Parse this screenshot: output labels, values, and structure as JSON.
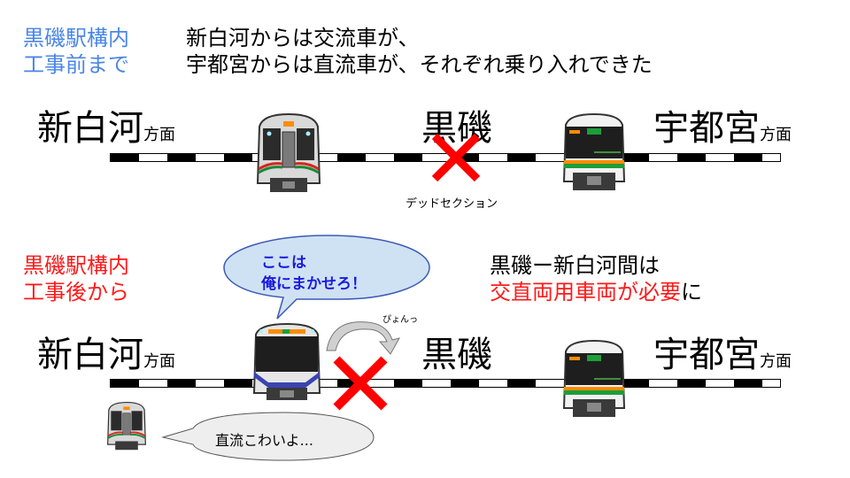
{
  "before": {
    "label_line1": "黒磯駅構内",
    "label_line2": "工事前まで",
    "desc_line1": "新白河からは交流車が、",
    "desc_line2": "宇都宮からは直流車が、それぞれ乗り入れできた",
    "station_left": "新白河",
    "station_left_suffix": "方面",
    "station_center": "黒磯",
    "station_right": "宇都宮",
    "station_right_suffix": "方面",
    "dead_section_label": "デッドセクション",
    "train_left": "AC train (E721 series, green/red stripes)",
    "train_right": "DC train (205 series, orange/green stripes)"
  },
  "after": {
    "label_line1": "黒磯駅構内",
    "label_line2": "工事後から",
    "desc_line1": "黒磯ー新白河間は",
    "desc_line2_red": "交直両用車両が必要",
    "desc_line2_suffix": "に",
    "station_left": "新白河",
    "station_left_suffix": "方面",
    "station_center": "黒磯",
    "station_right": "宇都宮",
    "station_right_suffix": "方面",
    "speech_bubble_line1": "ここは",
    "speech_bubble_line2": "俺にまかせろ！",
    "jump_label": "ぴょんっ",
    "small_train_bubble": "直流こわいよ..."
  },
  "colors": {
    "blue_label": "#4A86E8",
    "red": "#FF1A1A",
    "bubble_fill": "#CFE2F3",
    "bubble_text": "#1A1AE0",
    "track_black": "#000000"
  }
}
